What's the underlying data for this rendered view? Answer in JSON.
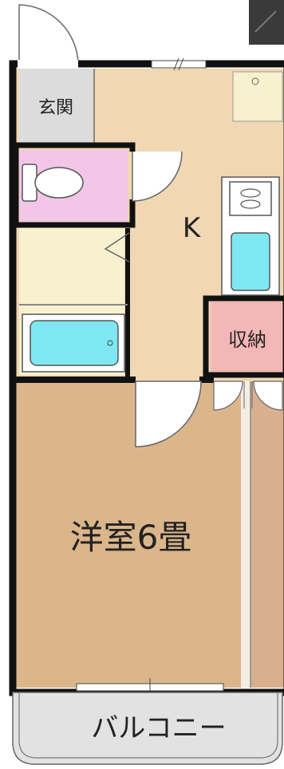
{
  "floor_plan": {
    "rooms": {
      "entrance": {
        "label": "玄関",
        "color": "#dcdcdc"
      },
      "toilet": {
        "label": "",
        "color": "#f2c6e6"
      },
      "washroom": {
        "label": "",
        "color": "#f7f1cf"
      },
      "bath": {
        "label": "",
        "color": "#f7f1cf"
      },
      "kitchen": {
        "label": "K",
        "color": "#f1d7b3"
      },
      "storage": {
        "label": "収納",
        "color": "#f4b7b7"
      },
      "western_room": {
        "label": "洋室6畳",
        "color": "#dcb68b"
      },
      "closet": {
        "label": "",
        "color": "#d9b08f"
      },
      "balcony": {
        "label": "バルコニー",
        "color": "#e2e2e2"
      }
    },
    "colors": {
      "wall": "#111111",
      "fixture_blue": "#7fe7f2",
      "fixture_line": "#555555",
      "door_line": "#666666",
      "corner_photo": "#3a3a3a"
    }
  }
}
